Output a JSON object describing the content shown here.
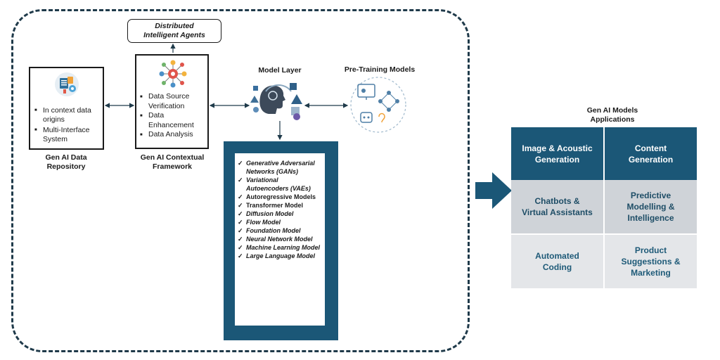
{
  "agents_box": {
    "line1": "Distributed",
    "line2": "Intelligent Agents"
  },
  "repository": {
    "bullets": [
      "In context data origins",
      "Multi-Interface System"
    ],
    "caption_line1": "Gen AI Data",
    "caption_line2": "Repository"
  },
  "framework": {
    "bullets": [
      "Data Source Verification",
      "Data Enhancement",
      "Data Analysis"
    ],
    "caption_line1": "Gen AI Contextual",
    "caption_line2": "Framework"
  },
  "model_layer": {
    "label": "Model Layer"
  },
  "pretraining": {
    "label": "Pre-Training Models"
  },
  "models": [
    "Generative Adversarial Networks (GANs)",
    "Variational Autoencoders (VAEs)",
    "Autoregressive Models",
    "Transformer Model",
    "Diffusion Model",
    "Flow Model",
    "Foundation Model",
    "Neural Network Model",
    "Machine Learning Model",
    "Large Language Model"
  ],
  "applications": {
    "title_line1": "Gen AI Models",
    "title_line2": "Applications",
    "cells": [
      [
        "Image & Acoustic",
        "Generation"
      ],
      [
        "Content",
        "Generation"
      ],
      [
        "Chatbots &",
        "Virtual Assistants"
      ],
      [
        "Predictive",
        "Modelling &",
        "Intelligence"
      ],
      [
        "Automated",
        "Coding"
      ],
      [
        "Product",
        "Suggestions &",
        "Marketing"
      ]
    ]
  },
  "colors": {
    "panel_dark": "#1b5777",
    "border_dashed": "#1f3a4a",
    "app_row2": "#cfd3d8",
    "app_row3": "#e4e6e9"
  },
  "icons": [
    "data-repository-icon",
    "gear-network-icon",
    "ai-head-icon",
    "pretrained-network-icon",
    "arrow-right-icon"
  ]
}
